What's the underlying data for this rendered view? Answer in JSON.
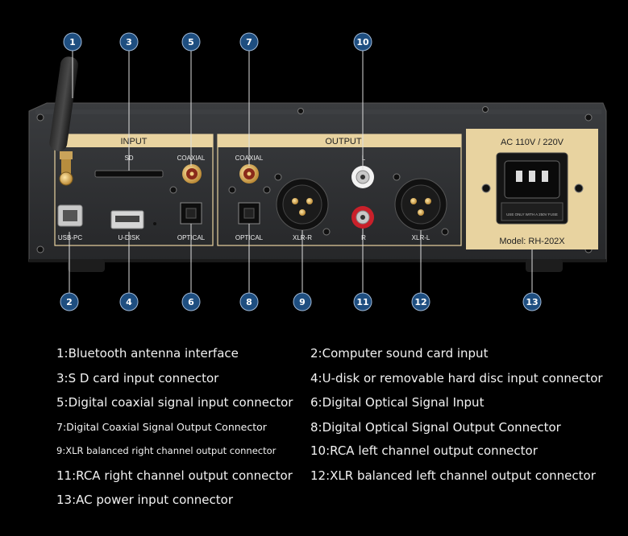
{
  "panel": {
    "input_title": "INPUT",
    "output_title": "OUTPUT",
    "sd_label": "SD",
    "coaxial_in_label": "COAXIAL",
    "usb_pc_label": "USB-PC",
    "u_disk_label": "U-DISK",
    "optical_in_label": "OPTICAL",
    "coaxial_out_label": "COAXIAL",
    "optical_out_label": "OPTICAL",
    "xlr_r_label": "XLR-R",
    "l_label": "L",
    "r_label": "R",
    "xlr_l_label": "XLR-L",
    "ac_label": "AC 110V / 220V",
    "fuse_label": "USE ONLY WITH A 250V FUSE",
    "model_label": "Model: RH-202X"
  },
  "callouts": [
    "1",
    "2",
    "3",
    "4",
    "5",
    "6",
    "7",
    "8",
    "9",
    "10",
    "11",
    "12",
    "13"
  ],
  "legend": [
    "1:Bluetooth antenna interface",
    "2:Computer sound card input",
    "3:S D card input connector",
    "4:U-disk or removable hard disc input connector",
    "5:Digital coaxial signal input connector",
    "6:Digital Optical Signal Input",
    "7:Digital Coaxial Signal Output Connector",
    "8:Digital Optical Signal Output Connector",
    "9:XLR balanced right channel output connector",
    "10:RCA left channel output connector",
    "11:RCA right channel output connector",
    "12:XLR balanced left channel output connector",
    "13:AC power input connector"
  ],
  "colors": {
    "panel": "#2e3032",
    "gold_border": "#e8d3a0",
    "callout_blue": "#1e4e80",
    "leader_line": "#dddddd",
    "rca_red": "#c9202a",
    "coax_gold": "#d9a441"
  }
}
